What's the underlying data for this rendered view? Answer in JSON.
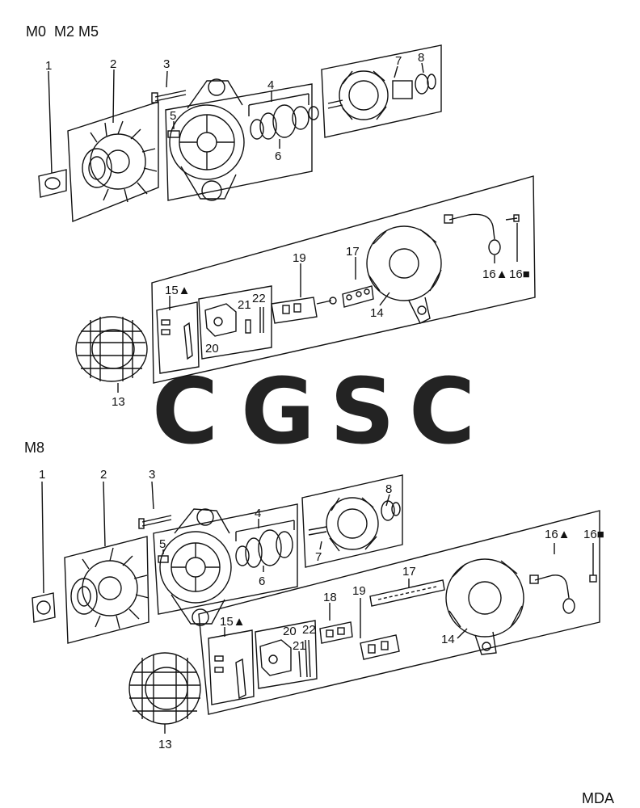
{
  "sections": {
    "top": {
      "title": "M0  M2 M5",
      "labels": {
        "p1": "1",
        "p2": "2",
        "p3": "3",
        "p4": "4",
        "p5": "5",
        "p6": "6",
        "p7": "7",
        "p8": "8",
        "p13": "13",
        "p14": "14",
        "p15a": "15▲",
        "p16a": "16▲",
        "p16b": "16■",
        "p17": "17",
        "p19": "19",
        "p20": "20",
        "p21": "21",
        "p22": "22"
      }
    },
    "bottom": {
      "title": "M8",
      "labels": {
        "p1": "1",
        "p2": "2",
        "p3": "3",
        "p4": "4",
        "p5": "5",
        "p6": "6",
        "p7": "7",
        "p8": "8",
        "p13": "13",
        "p14": "14",
        "p15a": "15▲",
        "p16a": "16▲",
        "p16b": "16■",
        "p17": "17",
        "p18": "18",
        "p19": "19",
        "p20": "20",
        "p21": "21",
        "p22": "22"
      }
    }
  },
  "watermark": {
    "letters": [
      "C",
      "G",
      "S",
      "C"
    ],
    "colors": [
      "#5b9cf0",
      "#f08a84",
      "#f6d363",
      "#6dc48c"
    ]
  },
  "footer_code": "MDA"
}
